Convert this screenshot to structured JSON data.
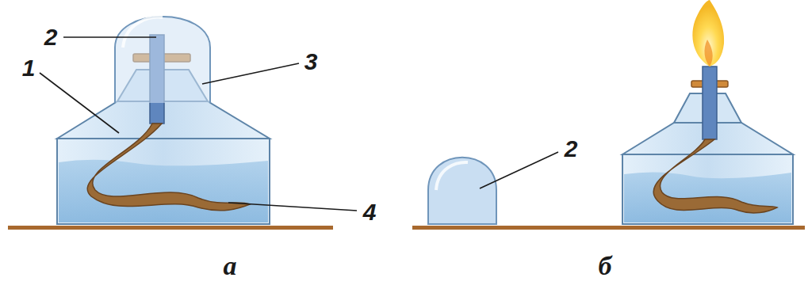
{
  "diagram": {
    "labels": [
      "2",
      "3",
      "1",
      "4",
      "а",
      "2",
      "б"
    ]
  }
}
